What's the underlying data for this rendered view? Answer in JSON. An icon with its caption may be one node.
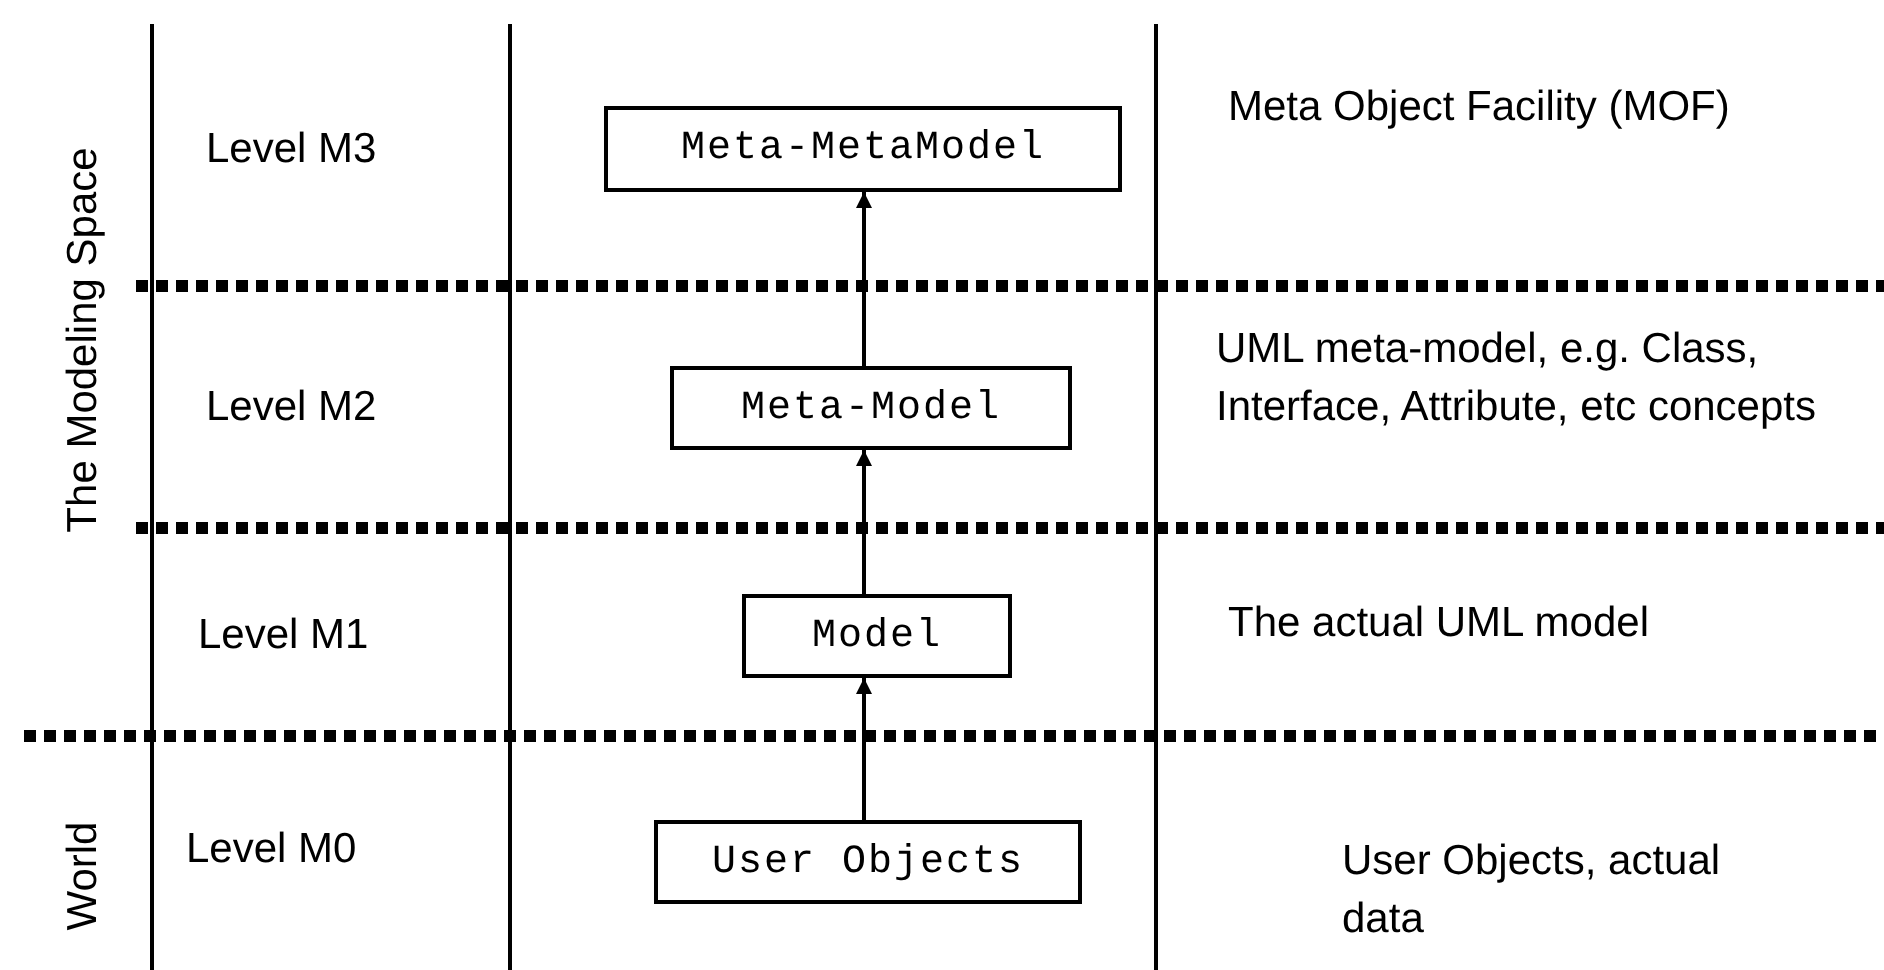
{
  "diagram": {
    "nodes": [
      {
        "text": [
          "Meta-MetaModel"
        ]
      },
      {
        "text": [
          "Meta-Model"
        ]
      },
      {
        "text": [
          "Model"
        ]
      },
      {
        "text": [
          "User Objects"
        ]
      }
    ],
    "edges": [
      {
        "from": 1,
        "to": 0,
        "arrow": "to"
      },
      {
        "from": 2,
        "to": 1,
        "arrow": "to"
      },
      {
        "from": 3,
        "to": 2,
        "arrow": "to"
      }
    ],
    "labels": [
      "The Modeling Space",
      "Level M3",
      "Meta Object Facility (MOF)",
      "Level M2",
      "UML meta-model, e.g. Class, Interface, Attribute, etc concepts",
      "Level M1",
      "The actual UML model",
      "World",
      "Level M0",
      "User Objects, actual data"
    ]
  }
}
